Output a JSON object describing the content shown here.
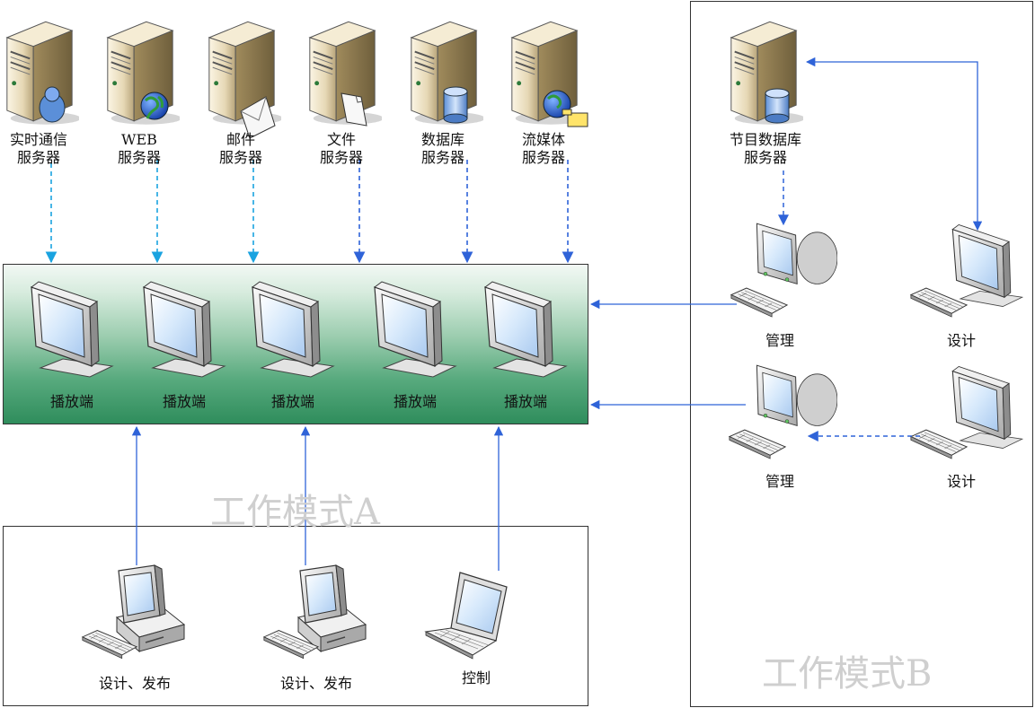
{
  "servers": [
    {
      "line1": "实时通信",
      "line2": "服务器",
      "badge": "user-icon"
    },
    {
      "line1": "WEB",
      "line2": "服务器",
      "badge": "globe-icon"
    },
    {
      "line1": "邮件",
      "line2": "服务器",
      "badge": "envelope-icon"
    },
    {
      "line1": "文件",
      "line2": "服务器",
      "badge": "document-icon"
    },
    {
      "line1": "数据库",
      "line2": "服务器",
      "badge": "database-icon"
    },
    {
      "line1": "流媒体",
      "line2": "服务器",
      "badge": "globe-folder-icon"
    }
  ],
  "players": [
    "播放端",
    "播放端",
    "播放端",
    "播放端",
    "播放端"
  ],
  "mode_a_label": "工作模式A",
  "mode_b_label": "工作模式B",
  "clients": [
    "设计、发布",
    "设计、发布",
    "控制"
  ],
  "mode_b": {
    "db_server_line1": "节目数据库",
    "db_server_line2": "服务器",
    "manage1": "管理",
    "design1": "设计",
    "manage2": "管理",
    "design2": "设计"
  }
}
